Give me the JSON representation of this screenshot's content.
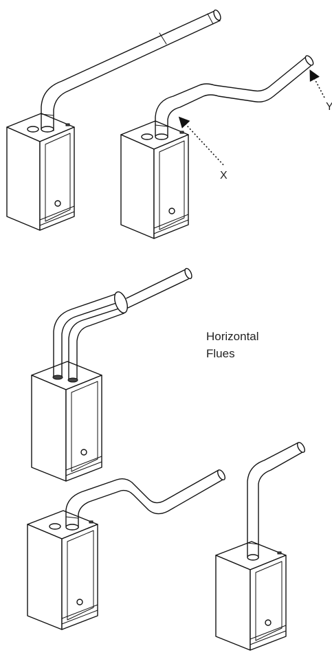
{
  "labels": {
    "x": "X",
    "y": "Y",
    "caption_line1": "Horizontal",
    "caption_line2": "Flues"
  },
  "icons": {
    "boiler": "boiler-unit-icon",
    "flue": "flue-pipe-icon",
    "arrow": "dotted-arrow-icon"
  }
}
